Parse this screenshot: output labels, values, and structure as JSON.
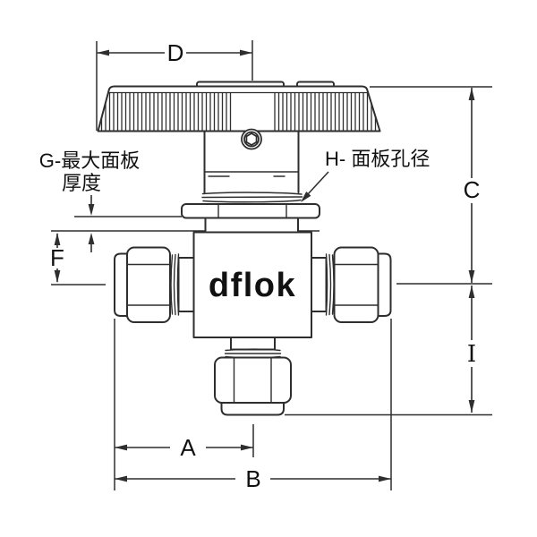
{
  "colors": {
    "background": "#ffffff",
    "line": "#2e2e2e",
    "text": "#111111"
  },
  "drawing": {
    "brand_label": "dflok",
    "dimensions": {
      "d": "D",
      "c": "C",
      "i": "I",
      "a": "A",
      "b": "B",
      "f": "F"
    },
    "annotations": {
      "g_line1": "G-最大面板",
      "g_line2": "厚度",
      "h_label": "H- 面板孔径"
    }
  }
}
